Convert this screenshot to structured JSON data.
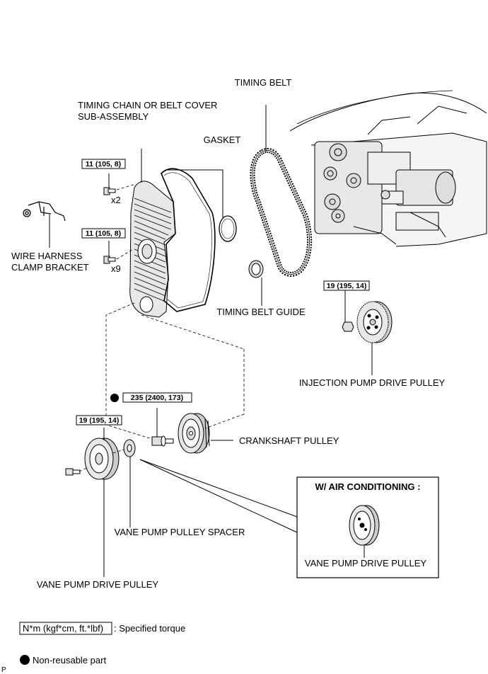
{
  "labels": {
    "timing_belt": "TIMING BELT",
    "cover_line1": "TIMING CHAIN OR BELT COVER",
    "cover_line2": "SUB-ASSEMBLY",
    "gasket": "GASKET",
    "wire_line1": "WIRE HARNESS",
    "wire_line2": "CLAMP BRACKET",
    "belt_guide": "TIMING BELT GUIDE",
    "inj_pulley": "INJECTION PUMP DRIVE PULLEY",
    "crank_pulley": "CRANKSHAFT PULLEY",
    "spacer": "VANE PUMP PULLEY SPACER",
    "vane_pulley": "VANE PUMP DRIVE PULLEY",
    "inset_pulley": "VANE PUMP DRIVE PULLEY"
  },
  "inset": {
    "title": "W/ AIR CONDITIONING :"
  },
  "torques": {
    "cover_upper": "11 (105, 8)",
    "cover_lower": "11 (105, 8)",
    "inj_pulley": "19 (195, 14)",
    "crank_bolt": "235 (2400, 173)",
    "vane_pulley": "19 (195, 14)"
  },
  "quantities": {
    "x2": "x2",
    "x9": "x9"
  },
  "legend": {
    "torque_box": "N*m (kgf*cm, ft.*lbf)",
    "torque_desc": ": Specified torque",
    "nonreusable": "Non-reusable part"
  },
  "corner_mark": "P"
}
